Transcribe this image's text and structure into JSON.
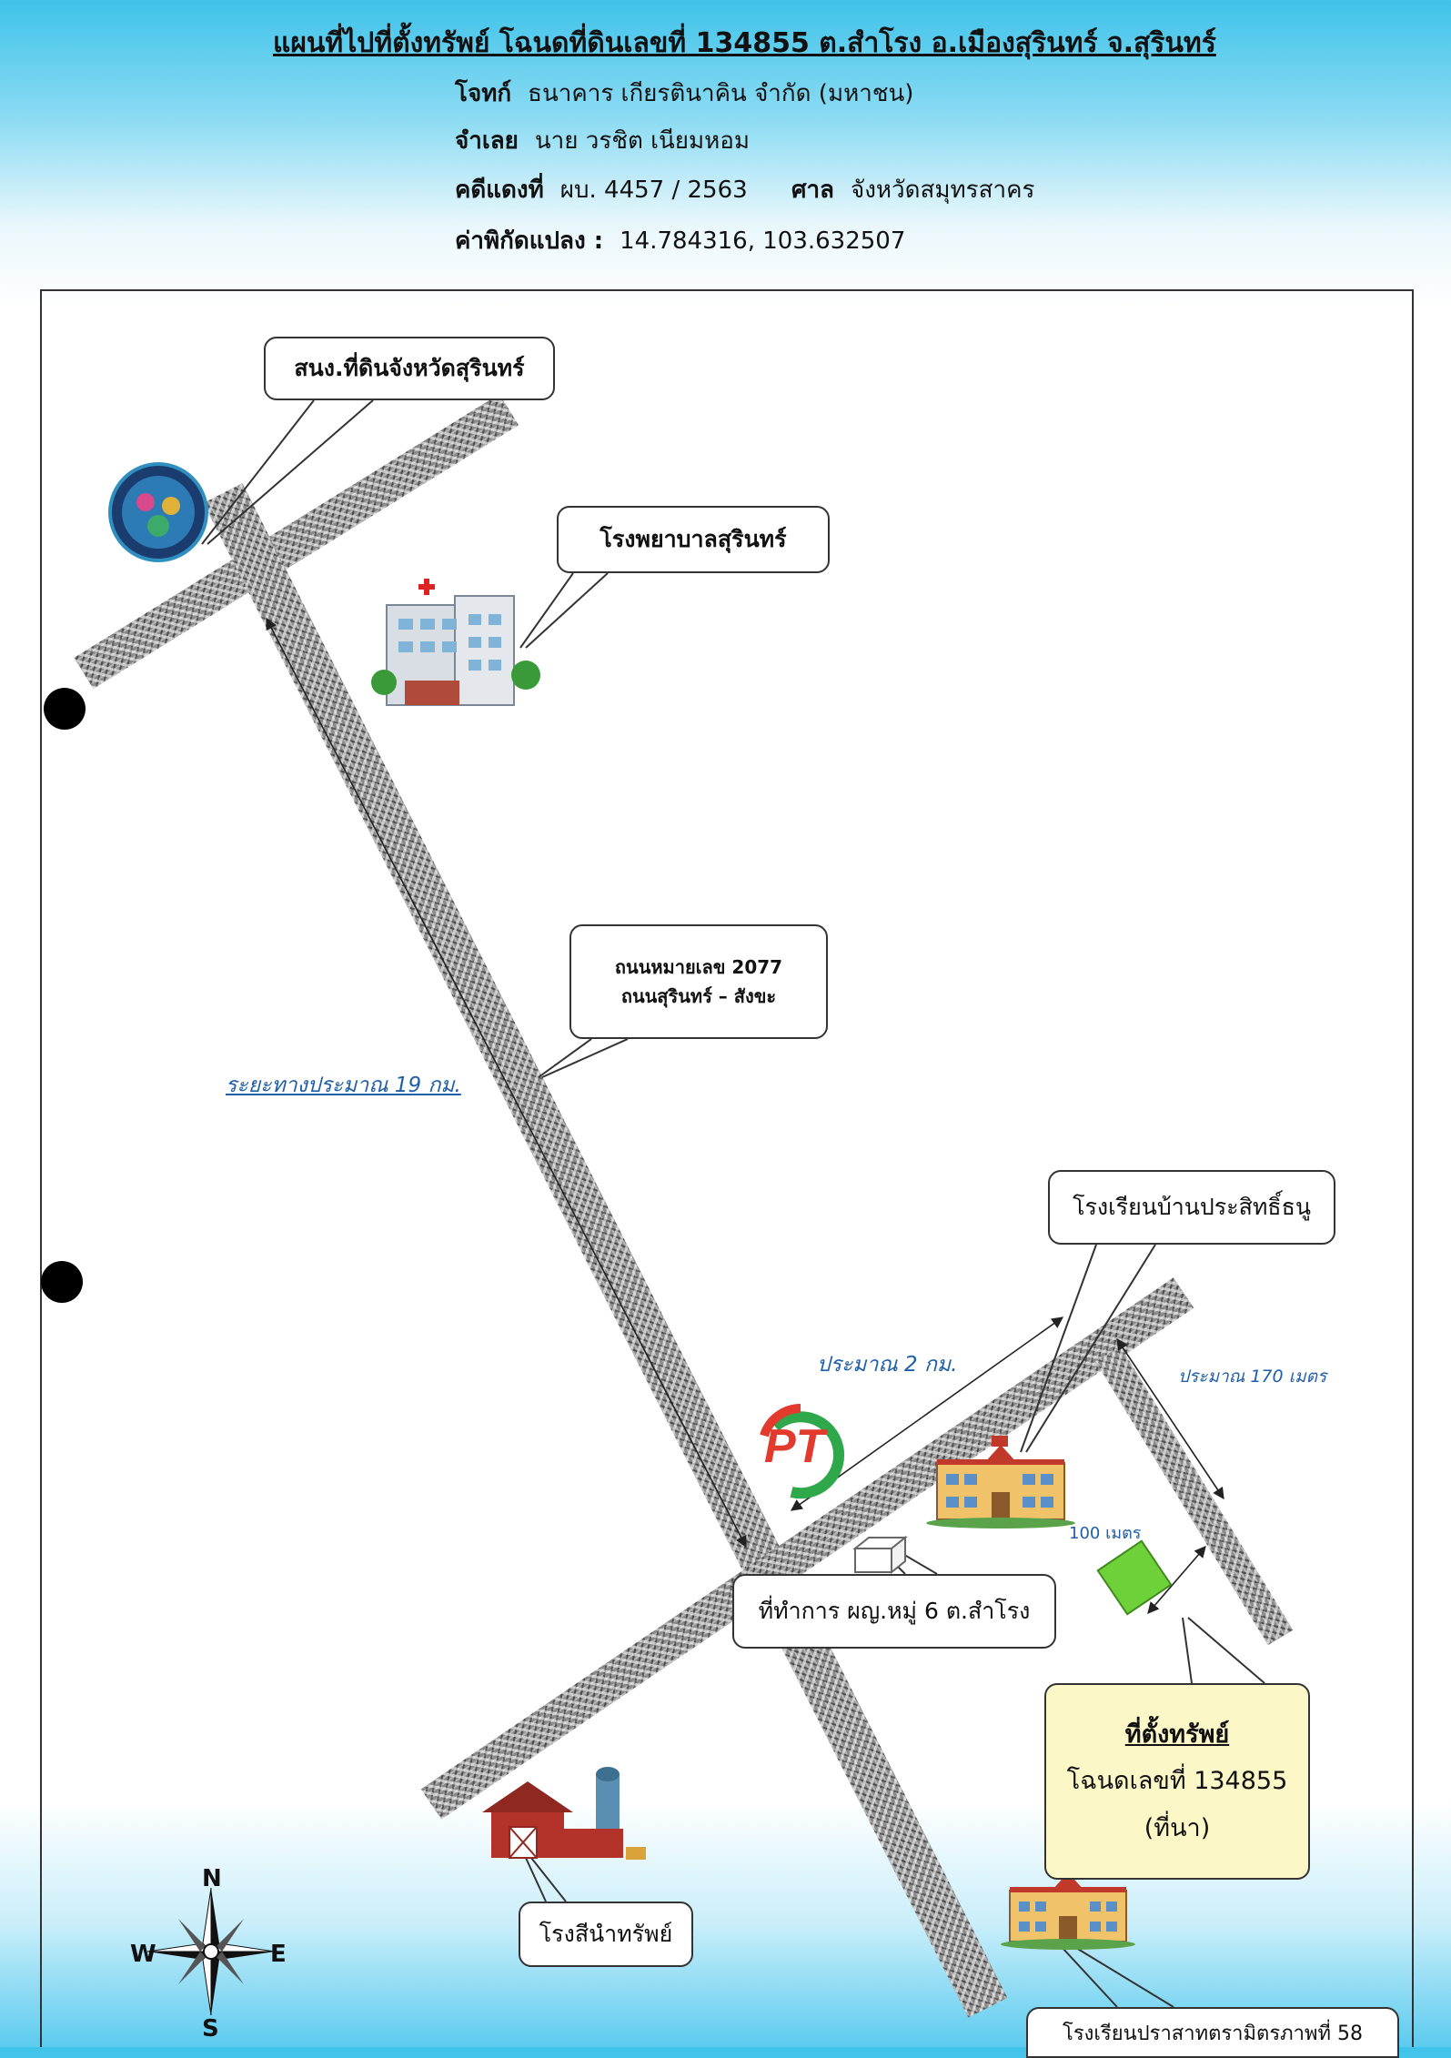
{
  "header": {
    "title": "แผนที่ไปที่ตั้งทรัพย์  โฉนดที่ดินเลขที่ 134855  ต.สำโรง อ.เมืองสุรินทร์ จ.สุรินทร์",
    "plaintiff_label": "โจทก์",
    "plaintiff_value": "ธนาคาร เกียรตินาคิน จำกัด (มหาชน)",
    "defendant_label": "จำเลย",
    "defendant_value": "นาย วรชิต  เนียมหอม",
    "case_label": "คดีแดงที่",
    "case_value": "ผบ. 4457 / 2563",
    "court_label": "ศาล",
    "court_value": "จังหวัดสมุทรสาคร",
    "coord_label": "ค่าพิกัดแปลง :",
    "coord_value": "14.784316, 103.632507"
  },
  "labels": {
    "land_office": "สนง.ที่ดินจังหวัดสุรินทร์",
    "hospital": "โรงพยาบาลสุรินทร์",
    "road_line1": "ถนนหมายเลข 2077",
    "road_line2": "ถนนสุรินทร์ – สังขะ",
    "school_north": "โรงเรียนบ้านประสิทธิ์ธนู",
    "village_office": "ที่ทำการ ผญ.หมู่ 6 ต.สำโรง",
    "property_head": "ที่ตั้งทรัพย์",
    "property_deed": "โฉนดเลขที่ 134855",
    "property_type": "(ที่นา)",
    "warehouse": "โรงสีนำทรัพย์",
    "school_south": "โรงเรียนปราสาทตรามิตรภาพที่ 58",
    "pt_logo": "PT"
  },
  "distances": {
    "d19": "ระยะทางประมาณ 19 กม.",
    "d2": "ประมาณ 2 กม.",
    "d170": "ประมาณ 170 เมตร",
    "d100": "100 เมตร"
  },
  "compass": {
    "n": "N",
    "s": "S",
    "e": "E",
    "w": "W"
  },
  "colors": {
    "property_fill": "#6fd13a",
    "property_box": "#fbf7c6",
    "distance_text": "#1f5fa8",
    "pt_red": "#e23a2d",
    "pt_green": "#2ea84a"
  }
}
